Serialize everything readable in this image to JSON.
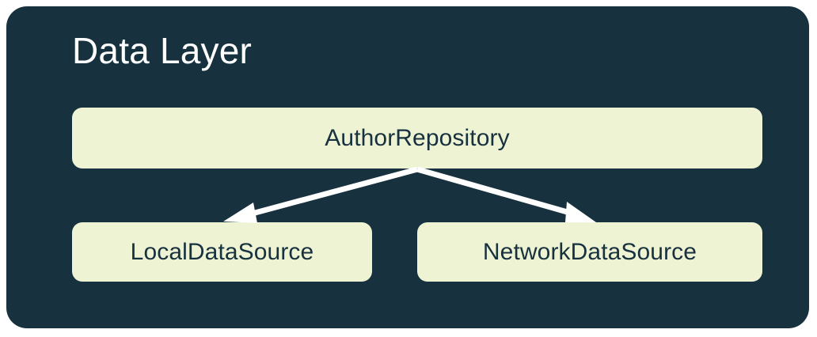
{
  "diagram": {
    "title": "Data Layer",
    "background_color": "#17313f",
    "node_fill_color": "#eef3d4",
    "node_text_color": "#17313f",
    "title_color": "#ffffff",
    "connector_color": "#ffffff",
    "nodes": [
      {
        "id": "repository",
        "label": "AuthorRepository",
        "row": 0
      },
      {
        "id": "local",
        "label": "LocalDataSource",
        "row": 1
      },
      {
        "id": "network",
        "label": "NetworkDataSource",
        "row": 1
      }
    ],
    "edges": [
      {
        "from": "repository",
        "to": "local",
        "arrow": "down-left"
      },
      {
        "from": "repository",
        "to": "network",
        "arrow": "down-right"
      }
    ]
  }
}
